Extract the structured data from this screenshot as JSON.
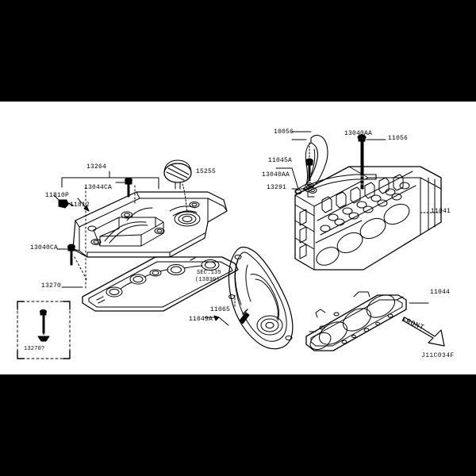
{
  "diagram": {
    "title_code": "J11C034F",
    "front_marker": "FRONT",
    "section_ref_line1": "SEC.135",
    "section_ref_line2": "(13030)",
    "background_color": "#000000",
    "canvas_color": "#ffffff",
    "line_color": "#000000"
  },
  "labels": {
    "rocker_cover": "13264",
    "bolt_13044ca": "13044CA",
    "seal_11810p": "11810P",
    "part_11812": "11812",
    "bolt_13040ca": "13040CA",
    "gasket_13270": "13270",
    "oil_filler_cap": "15255",
    "inset_13270": "13270?",
    "camshaft_bracket_10056": "10056",
    "bolt_11045a": "11045A",
    "bolt_13040aa_upper": "13040AA",
    "bolt_13040aa_lower": "13040AA",
    "part_13291": "13291",
    "stud_11056": "11056",
    "cylinder_head": "11041",
    "head_gasket": "11044",
    "bolt_11049a": "11049A",
    "part_11065": "11065"
  },
  "parts": [
    {
      "ref": "13264",
      "name": "rocker-cover"
    },
    {
      "ref": "13044CA",
      "name": "rocker-cover-bolt"
    },
    {
      "ref": "11810P",
      "name": "pcv-grommet"
    },
    {
      "ref": "11812",
      "name": "pcv-valve"
    },
    {
      "ref": "13040CA",
      "name": "cover-bolt-left"
    },
    {
      "ref": "13270",
      "name": "rocker-cover-gasket"
    },
    {
      "ref": "15255",
      "name": "oil-filler-cap"
    },
    {
      "ref": "10056",
      "name": "camshaft-bracket"
    },
    {
      "ref": "11045A",
      "name": "bracket-bolt"
    },
    {
      "ref": "13040AA",
      "name": "bearing-cap-bolt"
    },
    {
      "ref": "13291",
      "name": "oil-baffle"
    },
    {
      "ref": "11056",
      "name": "head-stud"
    },
    {
      "ref": "11041",
      "name": "cylinder-head-assembly"
    },
    {
      "ref": "11044",
      "name": "cylinder-head-gasket"
    },
    {
      "ref": "11049A",
      "name": "front-cover-bolt"
    },
    {
      "ref": "11065",
      "name": "front-cover-dowel"
    }
  ]
}
